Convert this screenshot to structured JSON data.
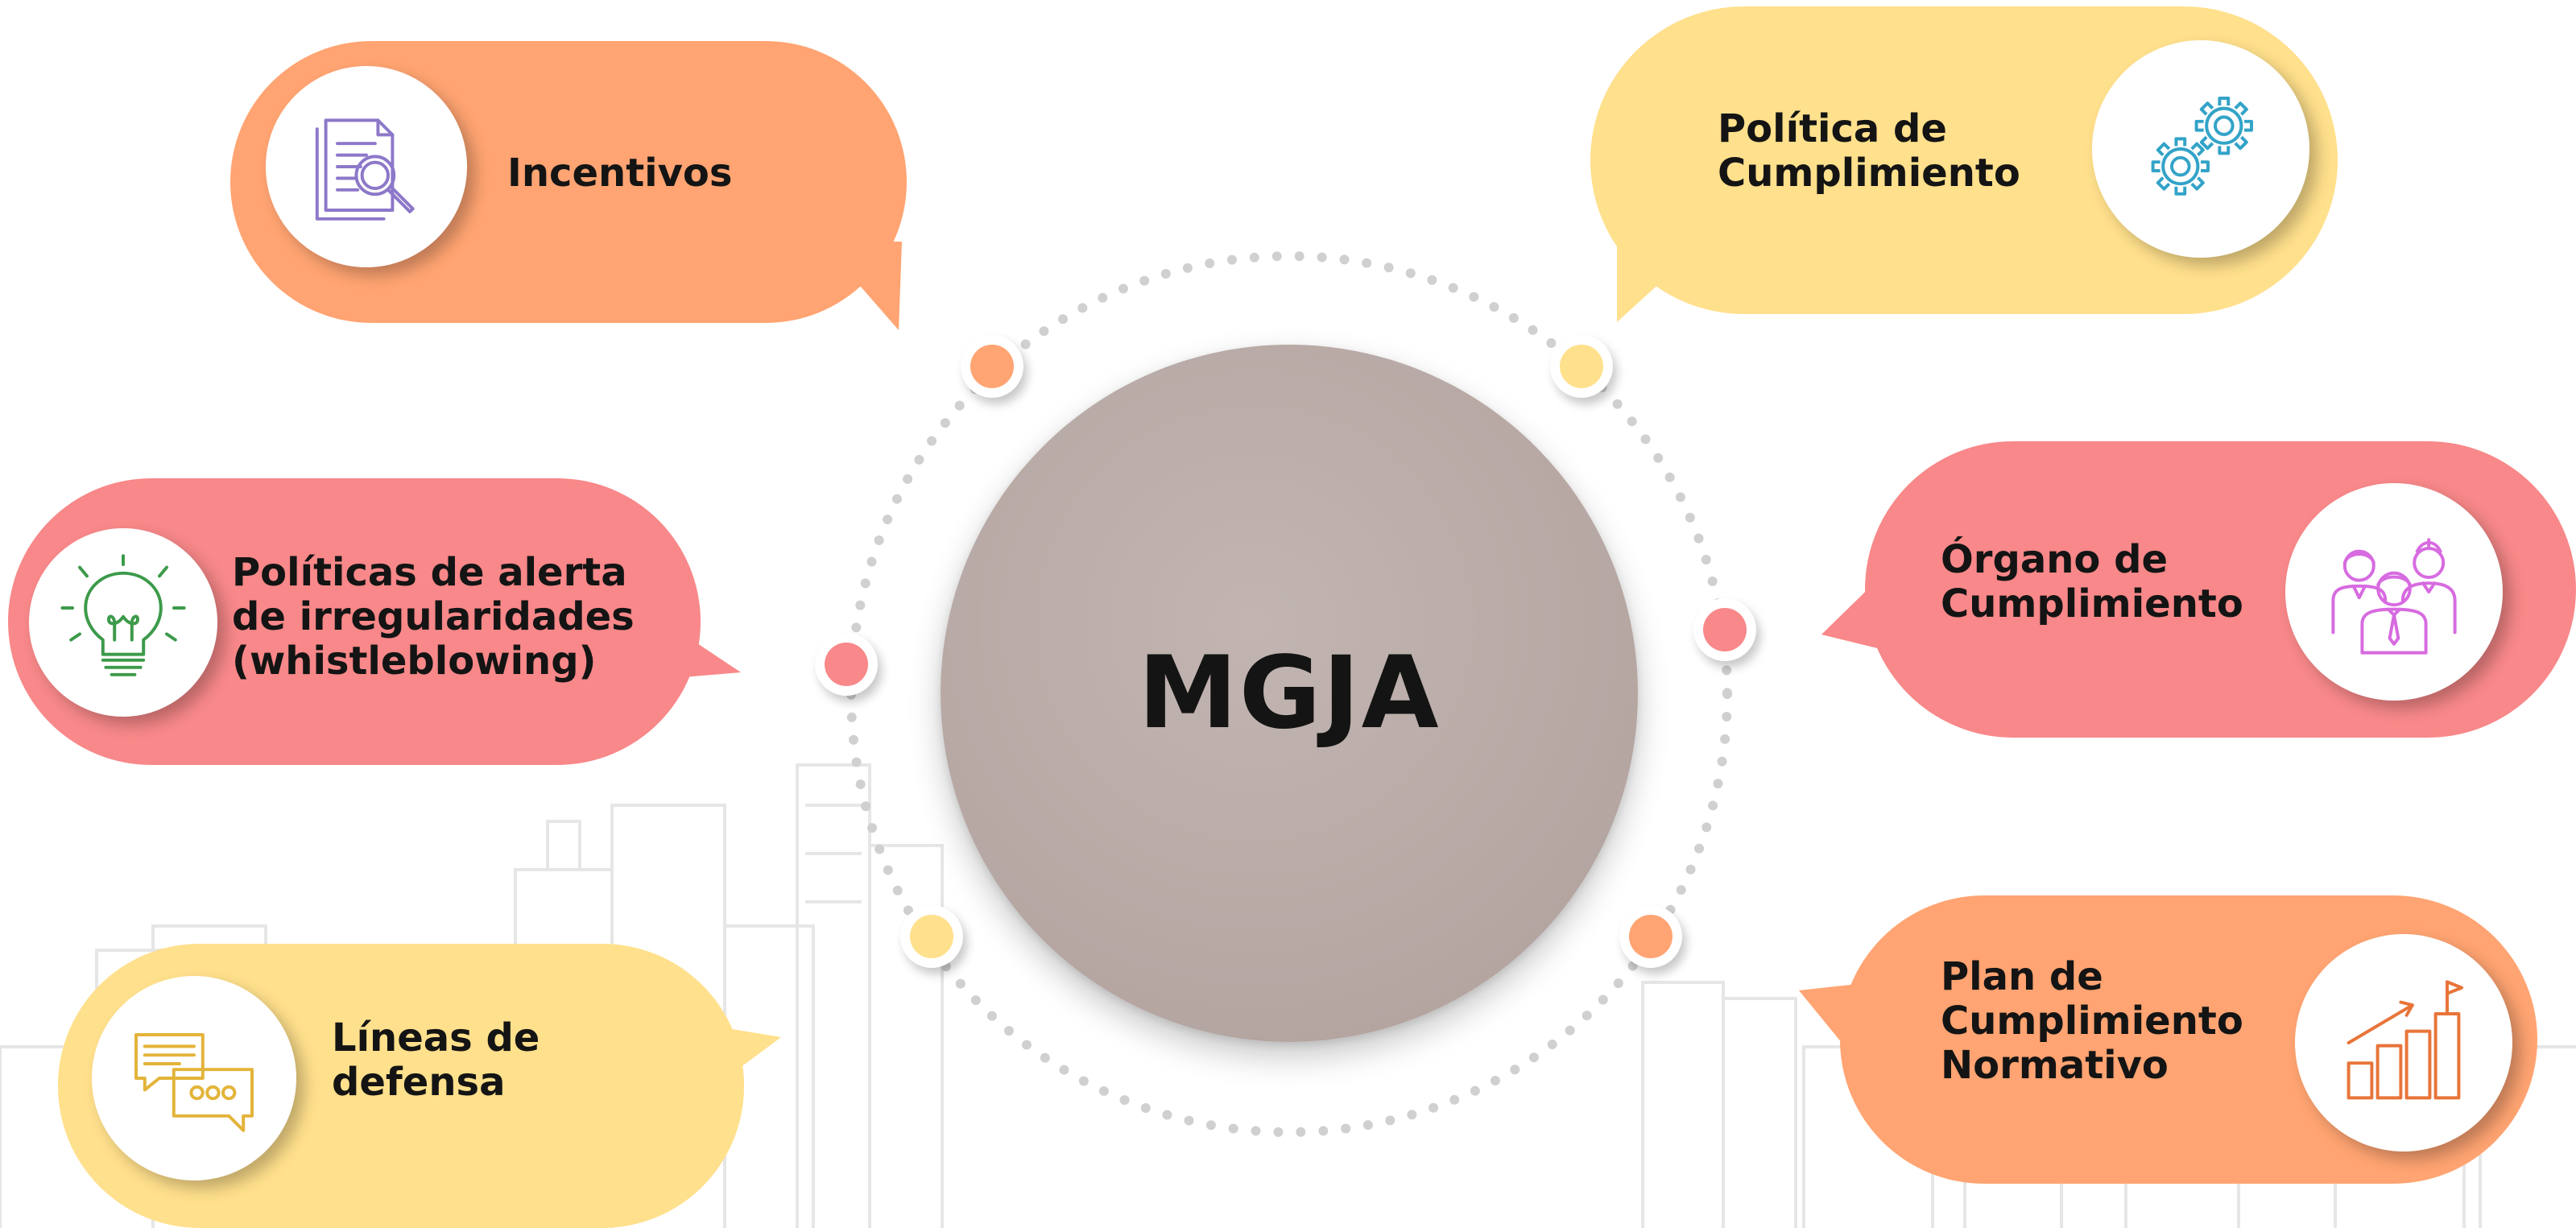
{
  "diagram": {
    "center": {
      "label": "MGJA",
      "color": "#b8aaa6"
    },
    "colors": {
      "orange": "#ffa472",
      "yellow": "#ffe08c",
      "salmon": "#f88889"
    },
    "items": [
      {
        "id": "incentivos",
        "lines": [
          "Incentivos"
        ],
        "icon": "document-search-icon",
        "color": "#ffa472",
        "icon_color": "#8d78c9"
      },
      {
        "id": "politica-cumplimiento",
        "lines": [
          "Política de",
          "Cumplimiento"
        ],
        "icon": "gears-icon",
        "color": "#ffe08c",
        "icon_color": "#33a3c8"
      },
      {
        "id": "politicas-alerta",
        "lines": [
          "Políticas de alerta",
          "de irregularidades",
          "(whistleblowing)"
        ],
        "icon": "lightbulb-icon",
        "color": "#f88889",
        "icon_color": "#3c9a4a"
      },
      {
        "id": "organo-cumplimiento",
        "lines": [
          "Órgano de",
          "Cumplimiento"
        ],
        "icon": "team-icon",
        "color": "#f88889",
        "icon_color": "#d76be0"
      },
      {
        "id": "lineas-defensa",
        "lines": [
          "Líneas de",
          "defensa"
        ],
        "icon": "chat-bubbles-icon",
        "color": "#ffe08c",
        "icon_color": "#e3b43a"
      },
      {
        "id": "plan-cumplimiento",
        "lines": [
          "Plan de",
          "Cumplimiento",
          "Normativo"
        ],
        "icon": "growth-chart-icon",
        "color": "#ffa472",
        "icon_color": "#e8743a"
      }
    ]
  }
}
